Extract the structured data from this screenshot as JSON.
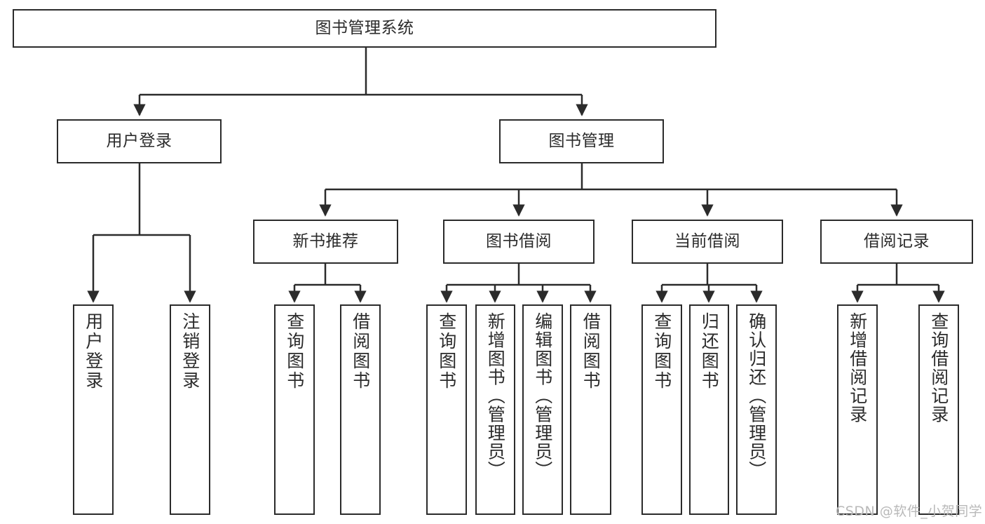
{
  "diagram": {
    "title": "图书管理系统",
    "type": "functional-structure-tree",
    "watermark": "CSDN @软件_小贺同学",
    "colors": {
      "stroke": "#2b2b2b",
      "fill": "#ffffff",
      "background": "#ffffff",
      "watermark": "#b9b9b9"
    },
    "nodes": {
      "root": {
        "label": "图书管理系统"
      },
      "level2": [
        {
          "label": "用户登录"
        },
        {
          "label": "图书管理"
        }
      ],
      "level3": [
        {
          "label": "新书推荐"
        },
        {
          "label": "图书借阅"
        },
        {
          "label": "当前借阅"
        },
        {
          "label": "借阅记录"
        }
      ],
      "leaves_user_login": [
        {
          "label": "用户登录"
        },
        {
          "label": "注销登录"
        }
      ],
      "leaves_new_book": [
        {
          "label": "查询图书"
        },
        {
          "label": "借阅图书"
        }
      ],
      "leaves_borrow": [
        {
          "label": "查询图书"
        },
        {
          "label": "新增图书（管理员）"
        },
        {
          "label": "编辑图书（管理员）"
        },
        {
          "label": "借阅图书"
        }
      ],
      "leaves_current": [
        {
          "label": "查询图书"
        },
        {
          "label": "归还图书"
        },
        {
          "label": "确认归还（管理员）"
        }
      ],
      "leaves_records": [
        {
          "label": "新增借阅记录"
        },
        {
          "label": "查询借阅记录"
        }
      ]
    }
  }
}
